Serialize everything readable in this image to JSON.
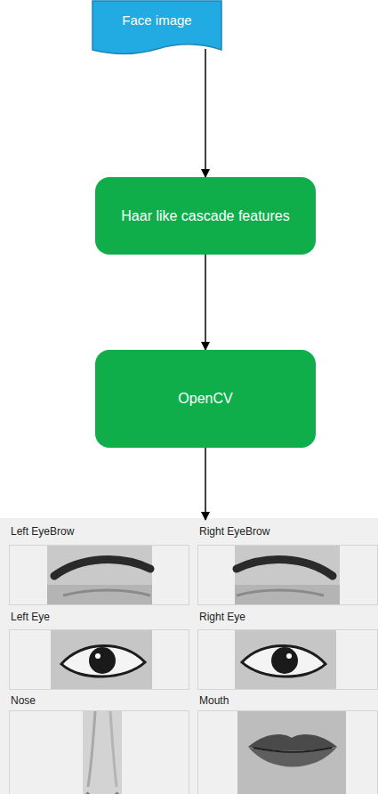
{
  "diagram": {
    "nodes": [
      {
        "text": [
          "Face image"
        ]
      },
      {
        "text": [
          "Haar like cascade features"
        ]
      },
      {
        "text": [
          "OpenCV"
        ]
      },
      {
        "text": [
          "Left EyeBrow"
        ]
      },
      {
        "text": [
          "Right EyeBrow"
        ]
      },
      {
        "text": [
          "Left Eye"
        ]
      },
      {
        "text": [
          "Right Eye"
        ]
      },
      {
        "text": [
          "Nose"
        ]
      },
      {
        "text": [
          "Mouth"
        ]
      }
    ],
    "edges": [
      {
        "from": 0,
        "to": 1,
        "arrow": "to"
      },
      {
        "from": 1,
        "to": 2,
        "arrow": "to"
      }
    ]
  }
}
